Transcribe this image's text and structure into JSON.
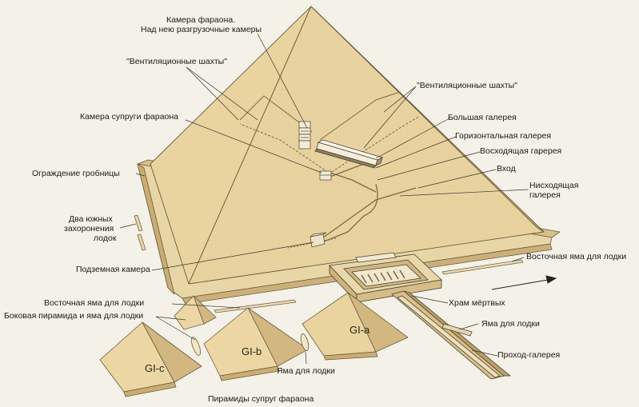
{
  "labels": {
    "pharaoh_chamber": "Камера фараона.",
    "relieving_chambers": "Над нею разгрузочные камеры",
    "air_shafts_left": "\"Вентиляционные шахты\"",
    "air_shafts_right": "\"Вентиляционные шахты\"",
    "queen_chamber": "Камера супруги фараона",
    "grand_gallery": "Большая галерея",
    "horizontal_gallery": "Горизонтальная галерея",
    "ascending_gallery": "Восходящая гаререя",
    "entrance": "Вход",
    "descending_gallery_1": "Нисходящая",
    "descending_gallery_2": "галерея",
    "tomb_enclosure": "Ограждение гробницы",
    "south_boats_1": "Два южных",
    "south_boats_2": "захоронения",
    "south_boats_3": "лодок",
    "underground_chamber": "Подземная камера",
    "east_boat_pit_right": "Восточная яма для лодки",
    "east_boat_pit_left": "Восточная яма для лодки",
    "side_pyramid_pit": "Боковая пирамида и яма для лодки",
    "mortuary_temple": "Храм мёртвых",
    "boat_pit_right": "Яма для лодки",
    "boat_pit_bottom": "Яма для лодки",
    "causeway": "Проход-галерея",
    "queens_pyramids": "Пирамиды  супруг фараона"
  },
  "pyramids": {
    "gi_a": "GI-a",
    "gi_b": "GI-b",
    "gi_c": "GI-c"
  },
  "colors": {
    "stone_light": "#efdcae",
    "stone_face": "#e6cf9a",
    "stone_shadow": "#cdb27a",
    "stone_dark": "#b89a62",
    "outline": "#6b5a3c",
    "leader": "#3a352c"
  }
}
